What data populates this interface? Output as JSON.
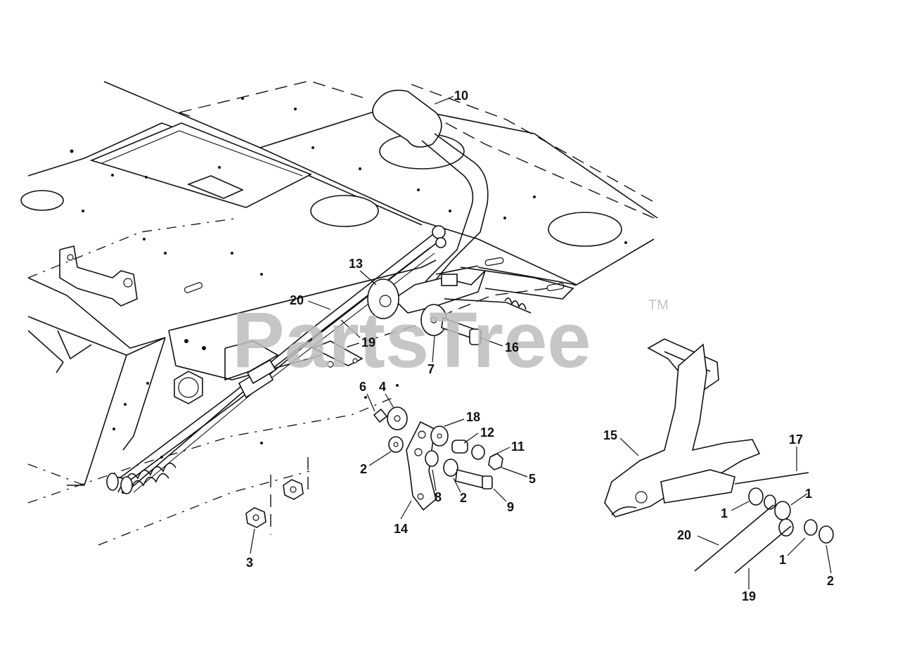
{
  "watermark": {
    "text": "PartsTree",
    "trademark": "TM"
  },
  "callouts": [
    {
      "id": "c10",
      "text": "10"
    },
    {
      "id": "c13",
      "text": "13"
    },
    {
      "id": "c20a",
      "text": "20"
    },
    {
      "id": "c19a",
      "text": "19"
    },
    {
      "id": "c16",
      "text": "16"
    },
    {
      "id": "c7",
      "text": "7"
    },
    {
      "id": "c6",
      "text": "6"
    },
    {
      "id": "c4",
      "text": "4"
    },
    {
      "id": "c18",
      "text": "18"
    },
    {
      "id": "c12",
      "text": "12"
    },
    {
      "id": "c11",
      "text": "11"
    },
    {
      "id": "c5",
      "text": "5"
    },
    {
      "id": "c2a",
      "text": "2"
    },
    {
      "id": "c8",
      "text": "8"
    },
    {
      "id": "c2b",
      "text": "2"
    },
    {
      "id": "c9",
      "text": "9"
    },
    {
      "id": "c14",
      "text": "14"
    },
    {
      "id": "c3",
      "text": "3"
    },
    {
      "id": "c15",
      "text": "15"
    },
    {
      "id": "c17",
      "text": "17"
    },
    {
      "id": "c1a",
      "text": "1"
    },
    {
      "id": "c1b",
      "text": "1"
    },
    {
      "id": "c1c",
      "text": "1"
    },
    {
      "id": "c20b",
      "text": "20"
    },
    {
      "id": "c19b",
      "text": "19"
    },
    {
      "id": "c2c",
      "text": "2"
    }
  ]
}
